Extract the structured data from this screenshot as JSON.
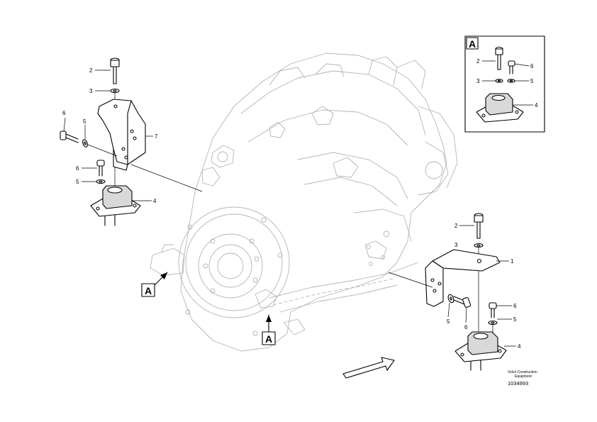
{
  "callouts": [
    {
      "id": "c-2-left",
      "label": "2"
    },
    {
      "id": "c-3-left",
      "label": "3"
    },
    {
      "id": "c-6-left-top",
      "label": "6"
    },
    {
      "id": "c-5-left-top",
      "label": "5"
    },
    {
      "id": "c-7",
      "label": "7"
    },
    {
      "id": "c-6-left-mid",
      "label": "6"
    },
    {
      "id": "c-5-left-mid",
      "label": "5"
    },
    {
      "id": "c-4-left",
      "label": "4"
    },
    {
      "id": "c-2-right",
      "label": "2"
    },
    {
      "id": "c-3-right",
      "label": "3"
    },
    {
      "id": "c-1",
      "label": "1"
    },
    {
      "id": "c-5-right-bottom",
      "label": "5"
    },
    {
      "id": "c-6-right-bottom",
      "label": "6"
    },
    {
      "id": "c-6-right",
      "label": "6"
    },
    {
      "id": "c-5-right",
      "label": "5"
    },
    {
      "id": "c-4-right",
      "label": "4"
    },
    {
      "id": "c-2-inset",
      "label": "2"
    },
    {
      "id": "c-6-inset",
      "label": "6"
    },
    {
      "id": "c-3-inset",
      "label": "3"
    },
    {
      "id": "c-5-inset",
      "label": "5"
    },
    {
      "id": "c-4-inset",
      "label": "4"
    }
  ],
  "view_markers": {
    "inset": "A",
    "left": "A",
    "bottom": "A"
  },
  "footer": {
    "company_line1": "Volvo Construction",
    "company_line2": "Equipment",
    "doc_number": "1034993"
  }
}
